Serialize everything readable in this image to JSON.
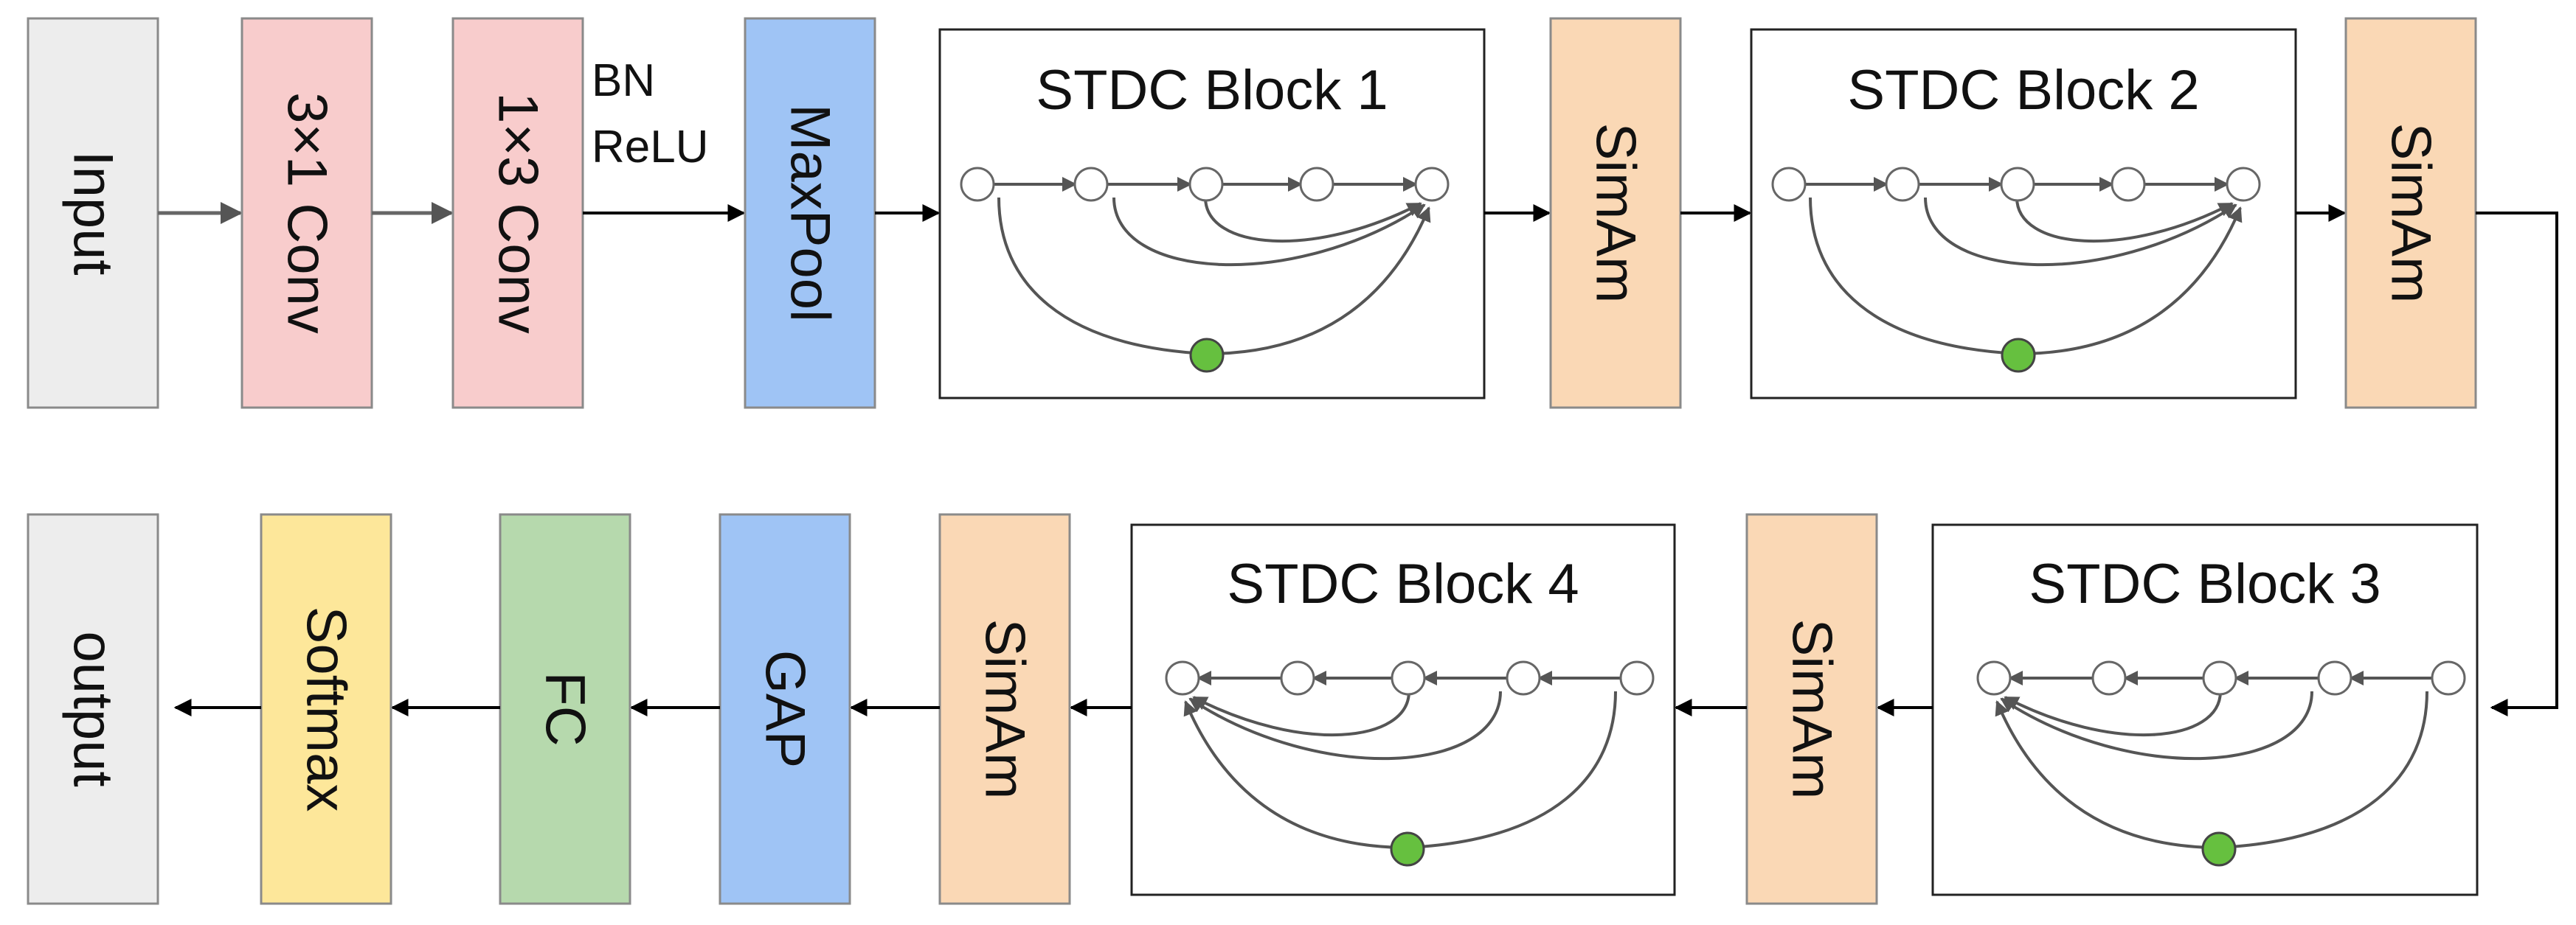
{
  "row1": {
    "input": "Input",
    "conv3x1": "3×1 Conv",
    "conv1x3": "1×3 Conv",
    "bn": "BN",
    "relu": "ReLU",
    "maxpool": "MaxPool",
    "stdc1": "STDC Block 1",
    "simam1": "SimAm",
    "stdc2": "STDC Block 2",
    "simam2": "SimAm"
  },
  "row2": {
    "stdc3": "STDC Block 3",
    "simam3": "SimAm",
    "stdc4": "STDC Block 4",
    "simam4": "SimAm",
    "gap": "GAP",
    "fc": "FC",
    "softmax": "Softmax",
    "output": "output"
  },
  "colors": {
    "input": "#ededed",
    "conv": "#f8cccc",
    "pool": "#9fc4f5",
    "simam": "#fad8b5",
    "fc": "#b6d9ad",
    "softmax": "#fde79a",
    "dot": "#66c03f"
  }
}
